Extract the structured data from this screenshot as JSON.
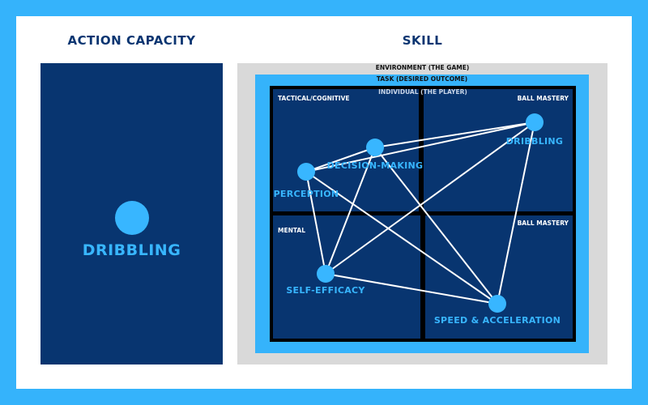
{
  "headings": {
    "left": "ACTION CAPACITY",
    "right": "SKILL"
  },
  "action_capacity": {
    "label": "DRIBBLING"
  },
  "skill": {
    "context_labels": {
      "environment": "ENVIRONMENT (THE GAME)",
      "task": "TASK (DESIRED OUTCOME)",
      "individual": "INDIVIDUAL (THE PLAYER)"
    },
    "quadrants": {
      "top_left": "TACTICAL/COGNITIVE",
      "top_right": "BALL MASTERY",
      "bottom_left": "MENTAL",
      "bottom_right": "BALL MASTERY"
    },
    "nodes": {
      "perception": "PERCEPTION",
      "decision_making": "DECISION-MAKING",
      "dribbling": "DRIBBLING",
      "self_efficacy": "SELF-EFFICACY",
      "speed_acceleration": "SPEED & ACCELERATION"
    },
    "connections": [
      [
        "perception",
        "decision_making"
      ],
      [
        "perception",
        "dribbling"
      ],
      [
        "perception",
        "self_efficacy"
      ],
      [
        "perception",
        "speed_acceleration"
      ],
      [
        "decision_making",
        "dribbling"
      ],
      [
        "decision_making",
        "self_efficacy"
      ],
      [
        "decision_making",
        "speed_acceleration"
      ],
      [
        "dribbling",
        "self_efficacy"
      ],
      [
        "dribbling",
        "speed_acceleration"
      ],
      [
        "self_efficacy",
        "speed_acceleration"
      ]
    ]
  },
  "colors": {
    "background": "#35b3fb",
    "card": "#ffffff",
    "navy": "#083570",
    "accent": "#38b6ff",
    "environment": "#d9d9d9",
    "heading": "#0a3571"
  }
}
